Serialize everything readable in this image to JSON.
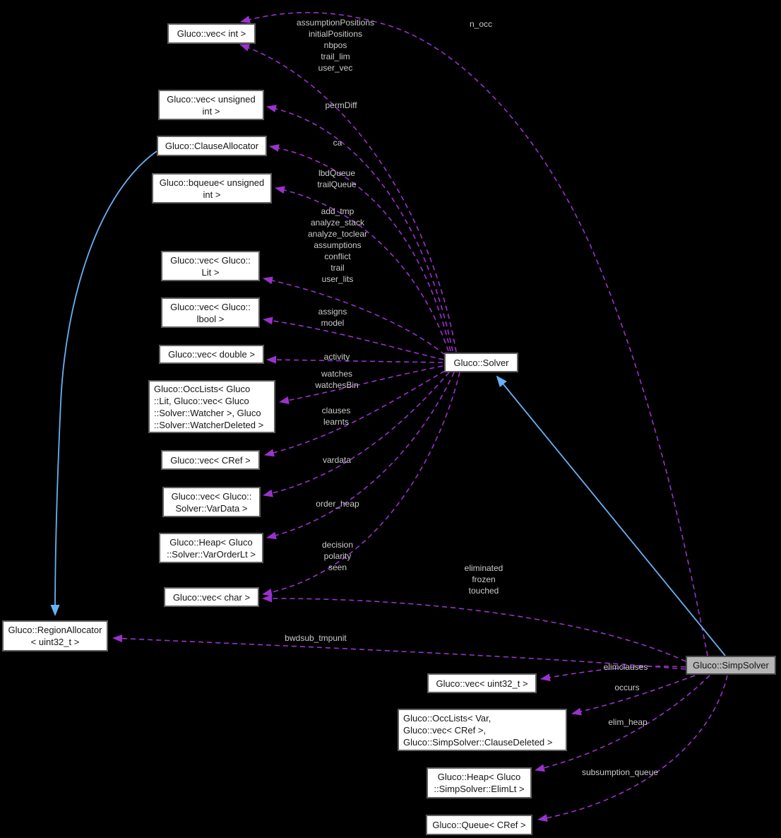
{
  "diagram": {
    "kind": "doxygen-collaboration-graph",
    "background": "#000000",
    "colors": {
      "usage_edge": "#9a32cc",
      "inheritance_edge": "#66b2f5",
      "node_fill": "#ffffff",
      "node_border": "#5f5f5f",
      "node_text": "#161616",
      "label_text": "#cbcbcb",
      "highlight_fill": "#b5b5b5"
    },
    "nodes": [
      {
        "id": "vec-int",
        "lines": [
          "Gluco::vec< int >"
        ],
        "highlighted": false
      },
      {
        "id": "vec-unsigned-int",
        "lines": [
          "Gluco::vec< unsigned",
          "int >"
        ],
        "highlighted": false
      },
      {
        "id": "clause-allocator",
        "lines": [
          "Gluco::ClauseAllocator"
        ],
        "highlighted": false
      },
      {
        "id": "bqueue",
        "lines": [
          "Gluco::bqueue< unsigned",
          "int >"
        ],
        "highlighted": false
      },
      {
        "id": "vec-lit",
        "lines": [
          "Gluco::vec< Gluco::",
          "Lit >"
        ],
        "highlighted": false
      },
      {
        "id": "vec-lbool",
        "lines": [
          "Gluco::vec< Gluco::",
          "lbool >"
        ],
        "highlighted": false
      },
      {
        "id": "vec-double",
        "lines": [
          "Gluco::vec< double >"
        ],
        "highlighted": false
      },
      {
        "id": "occlists-lit",
        "lines": [
          "Gluco::OccLists< Gluco",
          "::Lit, Gluco::vec< Gluco",
          "::Solver::Watcher >, Gluco",
          "::Solver::WatcherDeleted >"
        ],
        "highlighted": false
      },
      {
        "id": "vec-cref",
        "lines": [
          "Gluco::vec< CRef >"
        ],
        "highlighted": false
      },
      {
        "id": "vec-vardata",
        "lines": [
          "Gluco::vec< Gluco::",
          "Solver::VarData >"
        ],
        "highlighted": false
      },
      {
        "id": "heap-varorderlt",
        "lines": [
          "Gluco::Heap< Gluco",
          "::Solver::VarOrderLt >"
        ],
        "highlighted": false
      },
      {
        "id": "vec-char",
        "lines": [
          "Gluco::vec< char >"
        ],
        "highlighted": false
      },
      {
        "id": "solver",
        "lines": [
          "Gluco::Solver"
        ],
        "highlighted": false
      },
      {
        "id": "region-allocator",
        "lines": [
          "Gluco::RegionAllocator",
          "< uint32_t >"
        ],
        "highlighted": false
      },
      {
        "id": "simpsolver",
        "lines": [
          "Gluco::SimpSolver"
        ],
        "highlighted": true
      },
      {
        "id": "vec-uint32",
        "lines": [
          "Gluco::vec< uint32_t >"
        ],
        "highlighted": false
      },
      {
        "id": "occlists-var",
        "lines": [
          "Gluco::OccLists< Var,",
          "Gluco::vec< CRef >,",
          "Gluco::SimpSolver::ClauseDeleted >"
        ],
        "highlighted": false
      },
      {
        "id": "heap-elimlt",
        "lines": [
          "Gluco::Heap< Gluco",
          "::SimpSolver::ElimLt >"
        ],
        "highlighted": false
      },
      {
        "id": "queue-cref",
        "lines": [
          "Gluco::Queue< CRef >"
        ],
        "highlighted": false
      }
    ],
    "edges": [
      {
        "id": "assumption-bundle",
        "from": "solver",
        "to": "vec-int",
        "style": "usage",
        "label_lines": [
          "assumptionPositions",
          "initialPositions",
          "nbpos",
          "trail_lim",
          "user_vec"
        ]
      },
      {
        "id": "permdiff",
        "from": "solver",
        "to": "vec-unsigned-int",
        "style": "usage",
        "label_lines": [
          "permDiff"
        ]
      },
      {
        "id": "ca",
        "from": "solver",
        "to": "clause-allocator",
        "style": "usage",
        "label_lines": [
          "ca"
        ]
      },
      {
        "id": "lbdqueue",
        "from": "solver",
        "to": "bqueue",
        "style": "usage",
        "label_lines": [
          "lbdQueue",
          "trailQueue"
        ]
      },
      {
        "id": "addtmp-bundle",
        "from": "solver",
        "to": "vec-lit",
        "style": "usage",
        "label_lines": [
          "add_tmp",
          "analyze_stack",
          "analyze_toclear",
          "assumptions",
          "conflict",
          "trail",
          "user_lits"
        ]
      },
      {
        "id": "assigns",
        "from": "solver",
        "to": "vec-lbool",
        "style": "usage",
        "label_lines": [
          "assigns",
          "model"
        ]
      },
      {
        "id": "activity",
        "from": "solver",
        "to": "vec-double",
        "style": "usage",
        "label_lines": [
          "activity"
        ]
      },
      {
        "id": "watches",
        "from": "solver",
        "to": "occlists-lit",
        "style": "usage",
        "label_lines": [
          "watches",
          "watchesBin"
        ]
      },
      {
        "id": "clauses",
        "from": "solver",
        "to": "vec-cref",
        "style": "usage",
        "label_lines": [
          "clauses",
          "learnts"
        ]
      },
      {
        "id": "vardata",
        "from": "solver",
        "to": "vec-vardata",
        "style": "usage",
        "label_lines": [
          "vardata"
        ]
      },
      {
        "id": "orderheap",
        "from": "solver",
        "to": "heap-varorderlt",
        "style": "usage",
        "label_lines": [
          "order_heap"
        ]
      },
      {
        "id": "decision",
        "from": "solver",
        "to": "vec-char",
        "style": "usage",
        "label_lines": [
          "decision",
          "polarity",
          "seen"
        ]
      },
      {
        "id": "nocc",
        "from": "simpsolver",
        "to": "vec-int",
        "style": "usage",
        "label_lines": [
          "n_occ"
        ]
      },
      {
        "id": "eliminated",
        "from": "simpsolver",
        "to": "vec-char",
        "style": "usage",
        "label_lines": [
          "eliminated",
          "frozen",
          "touched"
        ]
      },
      {
        "id": "bwdsub",
        "from": "simpsolver",
        "to": "region-allocator",
        "style": "usage",
        "label_lines": [
          "bwdsub_tmpunit"
        ]
      },
      {
        "id": "elimclauses",
        "from": "simpsolver",
        "to": "vec-uint32",
        "style": "usage",
        "label_lines": [
          "elimclauses"
        ]
      },
      {
        "id": "occurs",
        "from": "simpsolver",
        "to": "occlists-var",
        "style": "usage",
        "label_lines": [
          "occurs"
        ]
      },
      {
        "id": "elimheap",
        "from": "simpsolver",
        "to": "heap-elimlt",
        "style": "usage",
        "label_lines": [
          "elim_heap"
        ]
      },
      {
        "id": "subsumption",
        "from": "simpsolver",
        "to": "queue-cref",
        "style": "usage",
        "label_lines": [
          "subsumption_queue"
        ]
      },
      {
        "id": "inherit-simpsolver-solver",
        "from": "simpsolver",
        "to": "solver",
        "style": "inheritance",
        "label_lines": []
      },
      {
        "id": "inherit-clauseallocator-regionallocator",
        "from": "clause-allocator",
        "to": "region-allocator",
        "style": "inheritance",
        "label_lines": []
      }
    ]
  }
}
